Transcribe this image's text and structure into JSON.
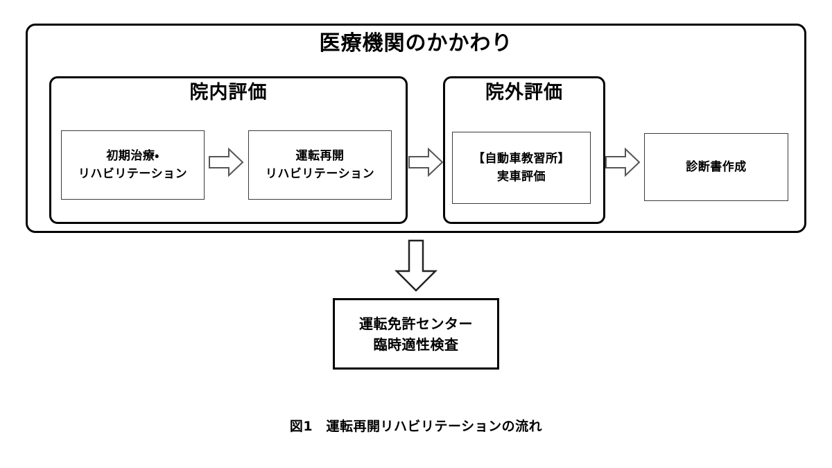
{
  "figure": {
    "caption": "図1　運転再開リハビリテーションの流れ",
    "caption_number": "図1",
    "caption_text": "運転再開リハビリテーションの流れ"
  },
  "outer_container": {
    "title": "医療機関のかかわり"
  },
  "groups": [
    {
      "id": "in-hospital-evaluation",
      "title": "院内評価",
      "boxes": [
        {
          "id": "initial-treatment",
          "lines": [
            "初期治療・",
            "リハビリテーション"
          ]
        },
        {
          "id": "driving-resumption-rehab",
          "lines": [
            "運転再開",
            "リハビリテーション"
          ]
        }
      ]
    },
    {
      "id": "out-of-hospital-evaluation",
      "title": "院外評価",
      "boxes": [
        {
          "id": "on-road-evaluation",
          "lines": [
            "【自動車教習所】",
            "実車評価"
          ]
        }
      ]
    }
  ],
  "standalone_boxes": [
    {
      "id": "medical-certificate",
      "lines": [
        "診断書作成"
      ]
    }
  ],
  "terminal_box": {
    "id": "license-center-aptitude-test",
    "lines": [
      "運転免許センター",
      "臨時適性検査"
    ]
  },
  "arrows": [
    {
      "id": "arrow-initial-to-driving",
      "direction": "right",
      "icon": "block-arrow-right-icon"
    },
    {
      "id": "arrow-inhospital-to-outhospital",
      "direction": "right",
      "icon": "block-arrow-right-icon"
    },
    {
      "id": "arrow-outhospital-to-certificate",
      "direction": "right",
      "icon": "block-arrow-right-icon"
    },
    {
      "id": "arrow-medical-to-license-center",
      "direction": "down",
      "icon": "block-arrow-down-icon"
    }
  ],
  "colors": {
    "background": "#ffffff",
    "stroke_heavy": "#000000",
    "stroke_light": "#3a3a3a",
    "arrow_stroke": "#555555",
    "text": "#000000"
  }
}
